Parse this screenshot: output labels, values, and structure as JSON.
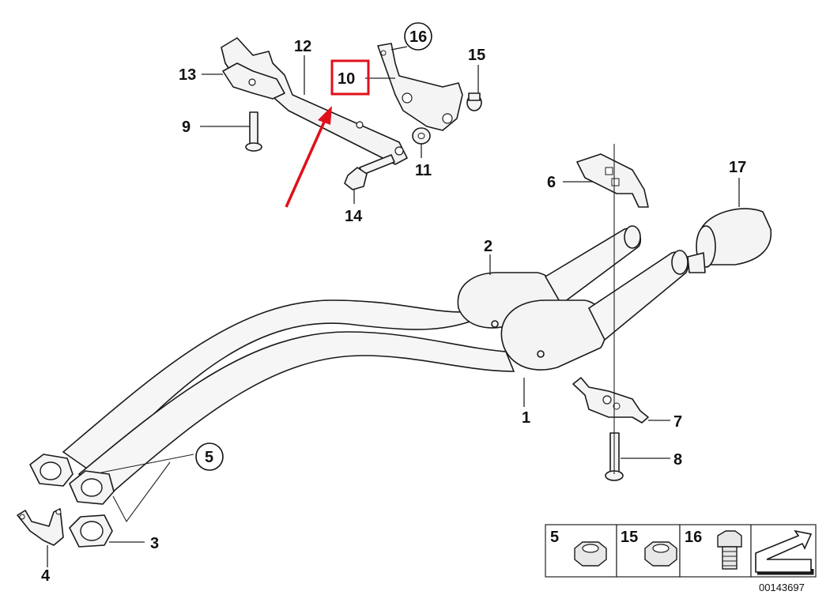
{
  "callouts": {
    "c1": "1",
    "c2": "2",
    "c3": "3",
    "c4": "4",
    "c5": "5",
    "c6": "6",
    "c7": "7",
    "c8": "8",
    "c9": "9",
    "c10": "10",
    "c11": "11",
    "c12": "12",
    "c13": "13",
    "c14": "14",
    "c15": "15",
    "c16": "16",
    "c17": "17"
  },
  "legend": {
    "items": [
      "5",
      "15",
      "16"
    ]
  },
  "diagram_id": "00143697",
  "colors": {
    "highlight": "#e0101a",
    "line": "#1a1a1a",
    "part_fill": "#f4f4f4"
  },
  "icons": [
    "nut-icon",
    "nut-icon",
    "bolt-icon",
    "arrow-ramp-icon"
  ]
}
